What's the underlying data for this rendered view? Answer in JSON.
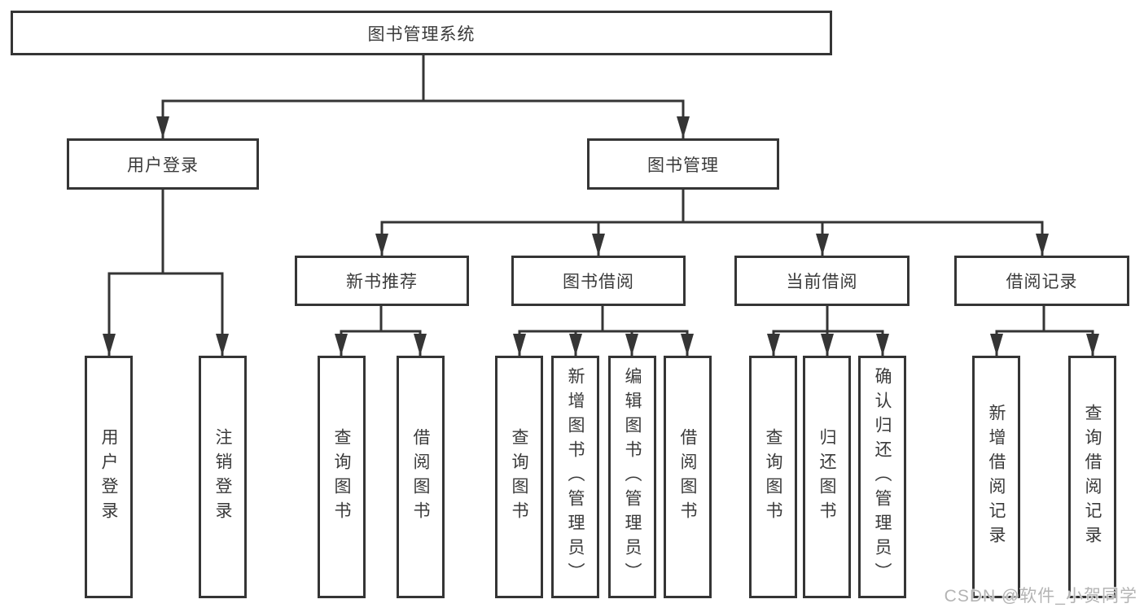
{
  "diagram": {
    "root": "图书管理系统",
    "branches": {
      "user_login": "用户登录",
      "book_mgmt": "图书管理"
    },
    "modules": [
      "新书推荐",
      "图书借阅",
      "当前借阅",
      "借阅记录"
    ],
    "leaves": {
      "user_login": [
        "用户登录",
        "注销登录"
      ],
      "new_books": [
        "查询图书",
        "借阅图书"
      ],
      "book_borrow": [
        "查询图书",
        "新增图书（管理员）",
        "编辑图书（管理员）",
        "借阅图书"
      ],
      "current_borrow": [
        "查询图书",
        "归还图书",
        "确认归还（管理员）"
      ],
      "borrow_records": [
        "新增借阅记录",
        "查询借阅记录"
      ]
    }
  },
  "watermark": "CSDN @软件_小贺同学",
  "colors": {
    "line": "#353535",
    "text": "#3a3a3a",
    "watermark": "#b4b4b4",
    "background": "#ffffff"
  }
}
